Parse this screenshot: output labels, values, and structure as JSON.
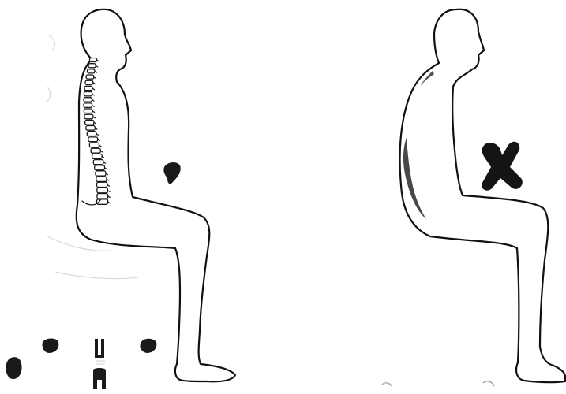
{
  "figures": [
    {
      "id": "left",
      "posture": "upright",
      "spine_visible": true,
      "wheeled_stool": true,
      "mark": "none"
    },
    {
      "id": "right",
      "posture": "slouched",
      "spine_visible": false,
      "wheeled_stool": false,
      "mark": "x-mark"
    }
  ],
  "colors": {
    "line": "#111111",
    "mark": "#141414",
    "background": "#ffffff"
  },
  "icons": {
    "cross": "x-mark-icon",
    "caster": "caster-wheel-icon"
  }
}
